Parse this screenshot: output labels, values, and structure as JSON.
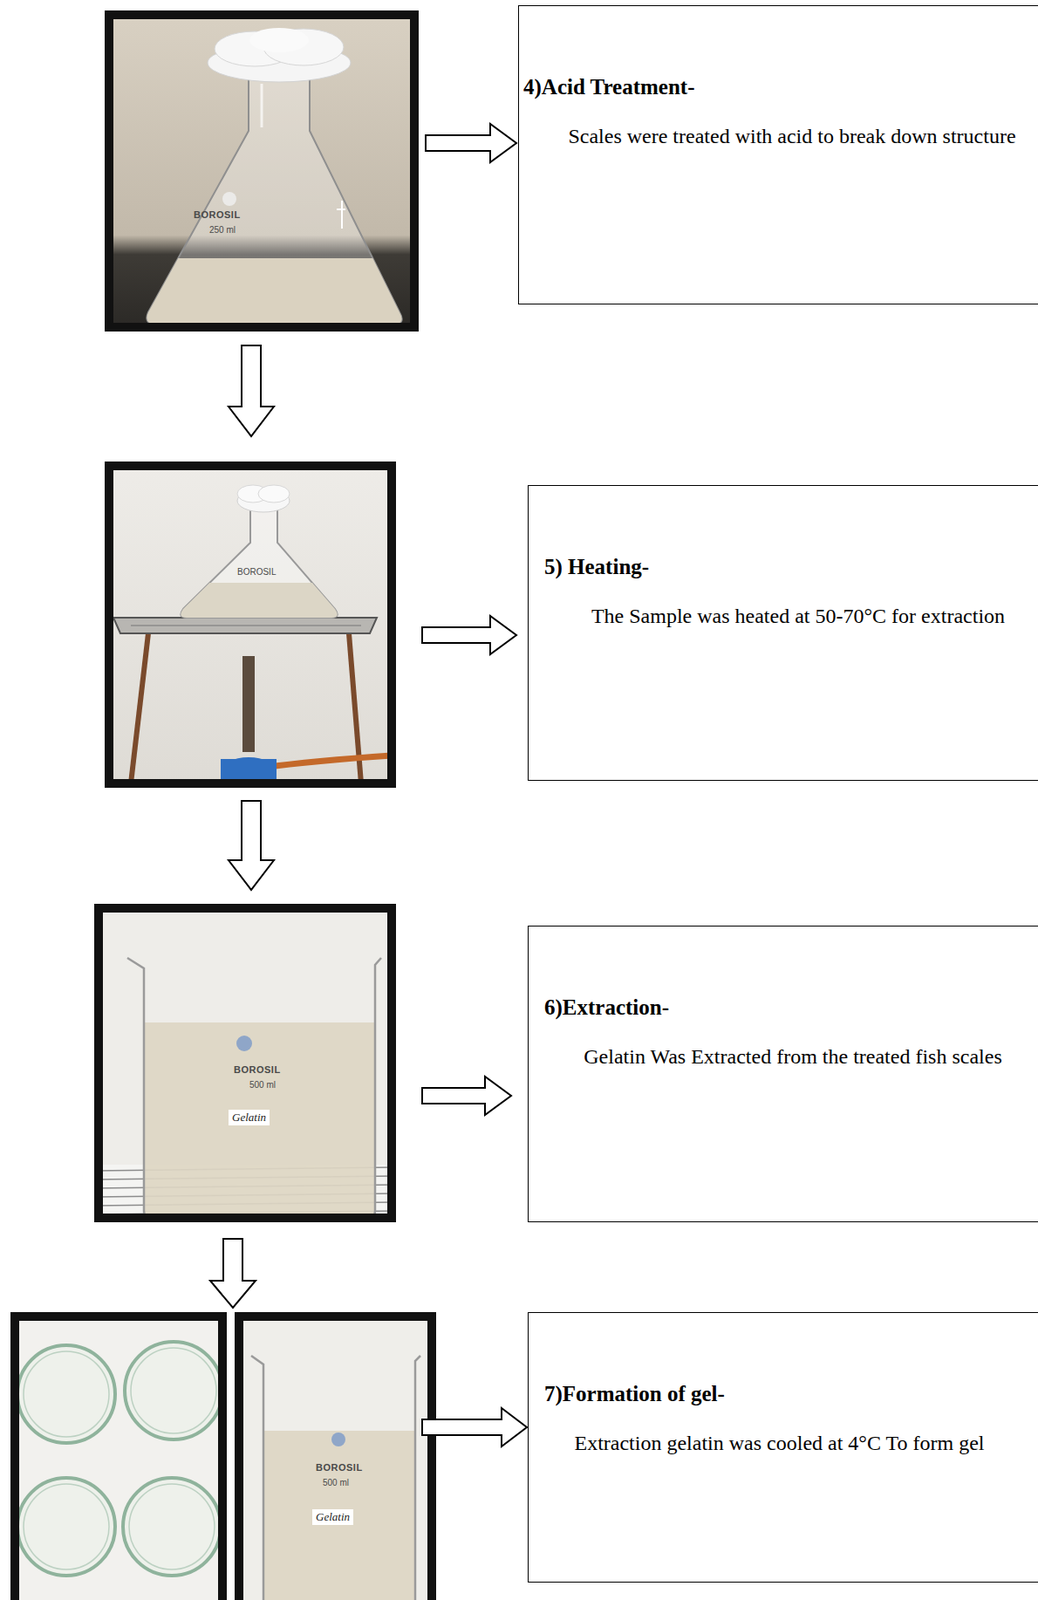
{
  "diagram": {
    "nodes": [
      {
        "text": [
          "4)Acid Treatment-",
          "Scales were treated with acid to break down structure"
        ]
      },
      {
        "text": [
          "5) Heating-",
          "The Sample was heated at 50-70°C for extraction"
        ]
      },
      {
        "text": [
          "6)Extraction-",
          "Gelatin Was Extracted from the treated fish scales"
        ]
      },
      {
        "text": [
          "7)Formation of gel-",
          "Extraction gelatin was cooled at 4°C To form gel"
        ]
      }
    ],
    "labels": [
      "BOROSIL",
      "250 ml",
      "BOROSIL",
      "BOROSIL",
      "500 ml",
      "Gelatin",
      "BOROSIL",
      "500 ml",
      "Gelatin"
    ]
  }
}
